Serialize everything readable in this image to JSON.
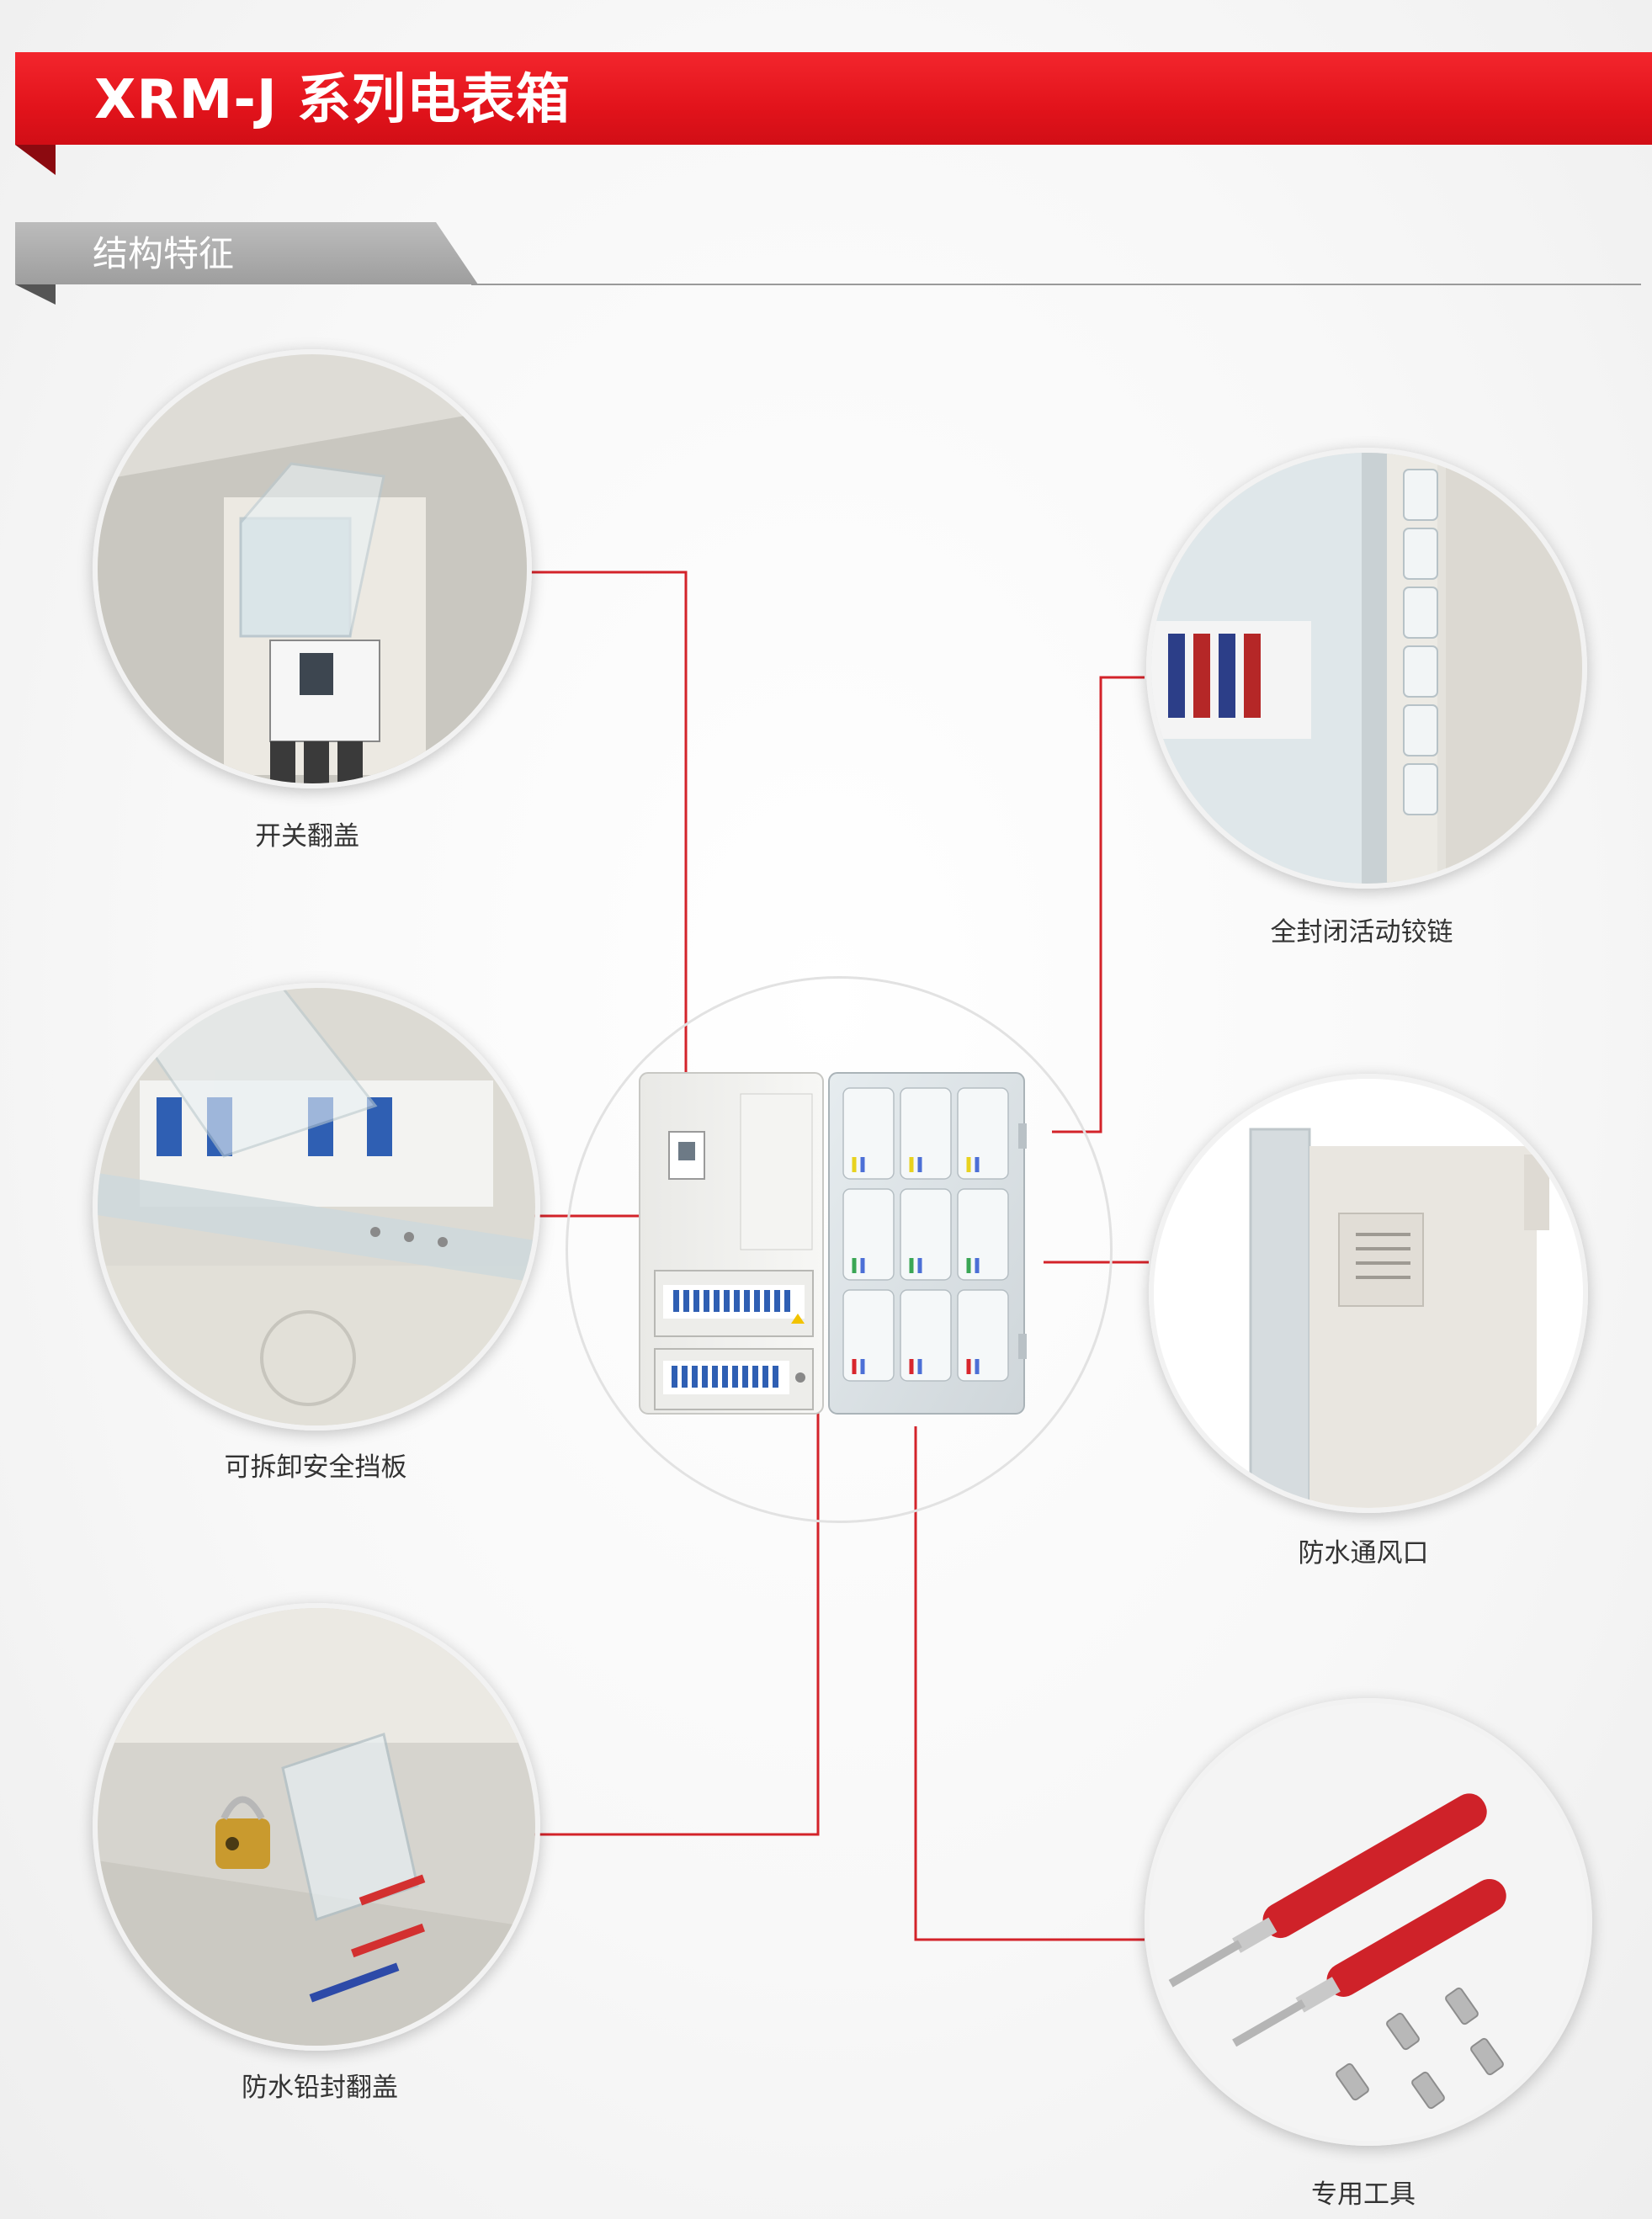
{
  "title": "XRM-J 系列电表箱",
  "section": "结构特征",
  "features": [
    {
      "id": "switch-flip-cover",
      "label": "开关翻盖"
    },
    {
      "id": "hinge",
      "label": "全封闭活动铰链"
    },
    {
      "id": "safety-baffle",
      "label": "可拆卸安全挡板"
    },
    {
      "id": "vent",
      "label": "防水通风口"
    },
    {
      "id": "seal-cover",
      "label": "防水铅封翻盖"
    },
    {
      "id": "tools",
      "label": "专用工具"
    }
  ],
  "colors": {
    "accent": "#e2131b",
    "connector": "#d3232a",
    "section_gray": "#a8a8a8",
    "caption_text": "#333333"
  }
}
